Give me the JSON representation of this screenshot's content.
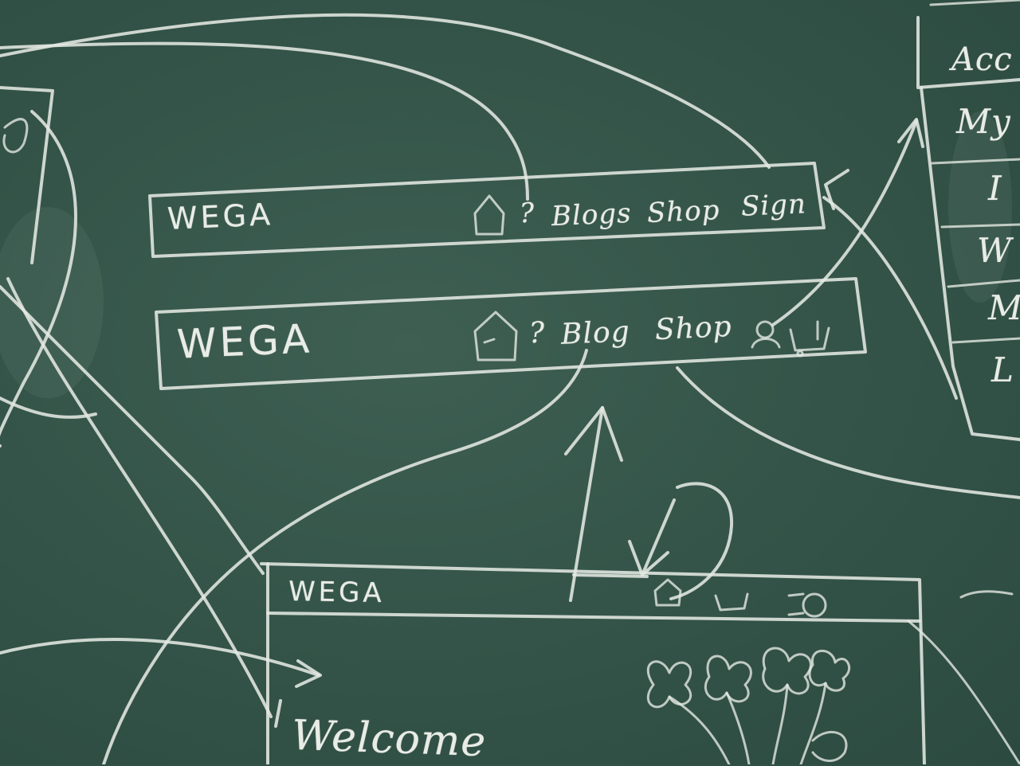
{
  "wireframe_1": {
    "logo": "WEGA",
    "nav": {
      "help": "?",
      "blogs": "Blogs",
      "shop": "Shop",
      "sign": "Sign"
    }
  },
  "wireframe_2": {
    "logo": "WEGA",
    "nav": {
      "help": "?",
      "blog": "Blog",
      "shop": "Shop"
    }
  },
  "wireframe_3": {
    "logo": "WEGA",
    "welcome": "Welcome"
  },
  "account_panel": {
    "title": "Acc",
    "items": [
      "My",
      "I",
      "W",
      "M",
      "L"
    ]
  }
}
